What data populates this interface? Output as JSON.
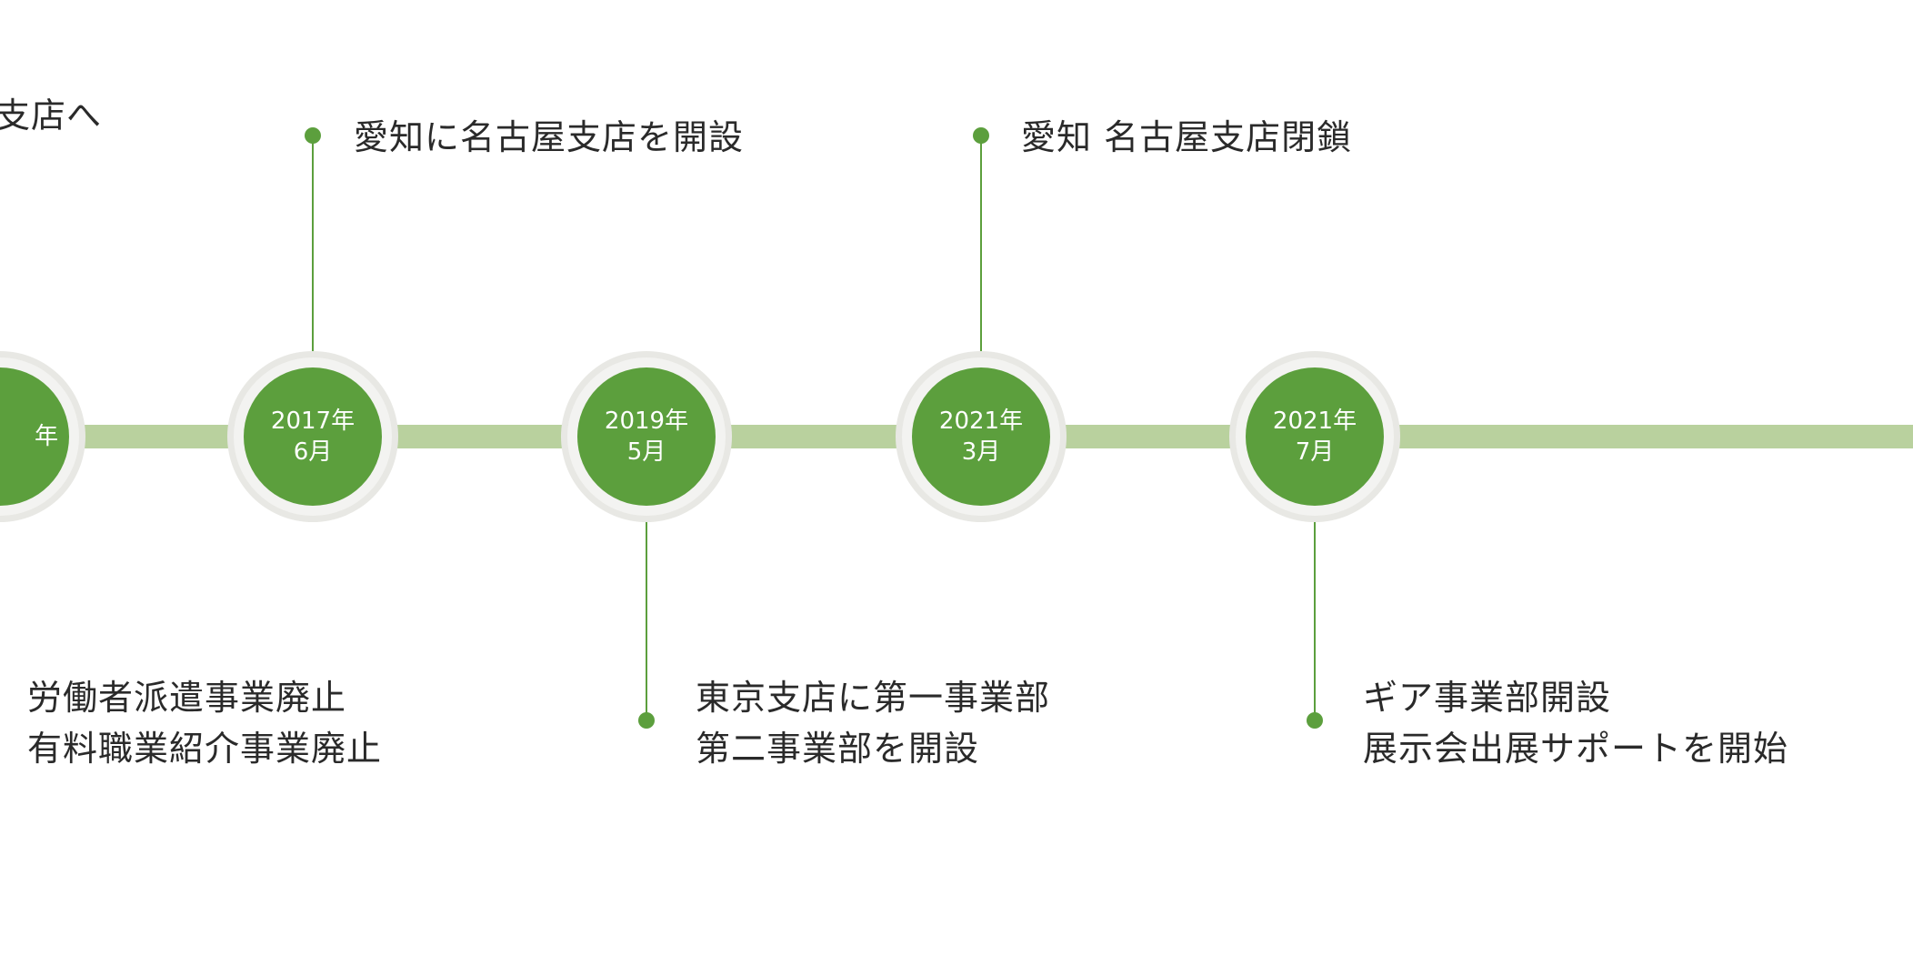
{
  "colors": {
    "track": "#b9d19e",
    "node_fill": "#5c9f3d",
    "node_ring": "#e8e8e4",
    "connector": "#5c9f3d",
    "text": "#2a2a2a"
  },
  "timeline": {
    "partial_node": {
      "year": "年"
    },
    "partial_event_top": "支店へ",
    "partial_event_bottom": [
      "労働者派遣事業廃止",
      "有料職業紹介事業廃止"
    ],
    "milestones": [
      {
        "year": "2017年",
        "month": "6月",
        "event_lines": [
          "愛知に名古屋支店を開設"
        ],
        "position": "above"
      },
      {
        "year": "2019年",
        "month": "5月",
        "event_lines": [
          "東京支店に第一事業部",
          "第二事業部を開設"
        ],
        "position": "below"
      },
      {
        "year": "2021年",
        "month": "3月",
        "event_lines": [
          "愛知 名古屋支店閉鎖"
        ],
        "position": "above"
      },
      {
        "year": "2021年",
        "month": "7月",
        "event_lines": [
          "ギア事業部開設",
          "展示会出展サポートを開始"
        ],
        "position": "below"
      }
    ]
  }
}
